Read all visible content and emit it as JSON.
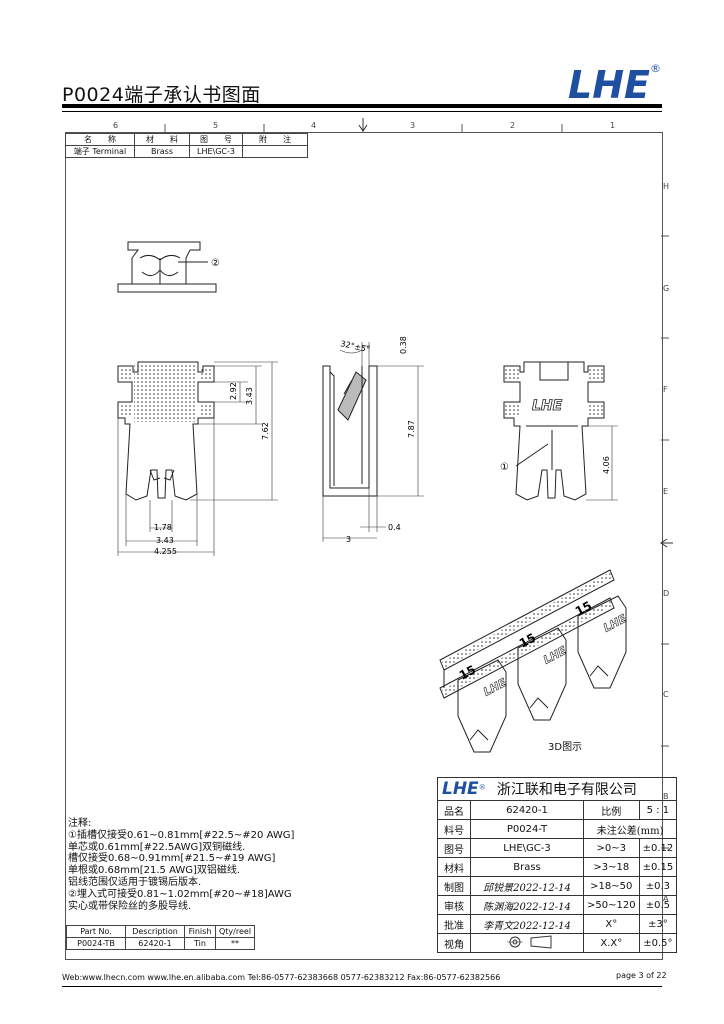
{
  "header": {
    "title": "P0024端子承认书图面",
    "logo_text": "LHE",
    "registered_mark": "®"
  },
  "frame": {
    "column_numbers": [
      "6",
      "5",
      "4",
      "3",
      "2",
      "1"
    ],
    "row_letters": [
      "H",
      "G",
      "F",
      "E",
      "D",
      "C",
      "B",
      "A"
    ]
  },
  "bom": {
    "headers": [
      "名　　称",
      "材　　料",
      "图　　号",
      "附　　注"
    ],
    "row": [
      "端子 Terminal",
      "Brass",
      "LHE\\GC-3",
      ""
    ]
  },
  "drawing": {
    "callout_1": "①",
    "callout_2": "②",
    "dims": {
      "angle": "32°±5°",
      "d038": "0.38",
      "d292": "2.92",
      "d343v": "3.43",
      "d762": "7.62",
      "d787": "7.87",
      "d406": "4.06",
      "d178": "1.78",
      "d343h": "3.43",
      "d4255": "4.255",
      "d04": "0.4",
      "d3": "3"
    },
    "view3d_label": "3D图示",
    "part_marks": [
      "15",
      "15",
      "15"
    ]
  },
  "notes": {
    "lines": [
      "注释:",
      "①插槽仅接受0.61~0.81mm[#22.5~#20 AWG]",
      "   单芯或0.61mm[#22.5AWG]双铜磁线.",
      "   槽仅接受0.68~0.91mm[#21.5~#19 AWG]",
      "   单根或0.68mm[21.5 AWG]双铝磁线.",
      "   铝线范围仅适用于镀锡后版本.",
      "②埋入式可接受0.81~1.02mm[#20~#18]AWG",
      "   实心或带保险丝的多股导线."
    ]
  },
  "part_table": {
    "headers": [
      "Part No.",
      "Description",
      "Finish",
      "Qty/reel"
    ],
    "row": [
      "P0024-TB",
      "62420-1",
      "Tin",
      "**"
    ]
  },
  "title_block": {
    "company": "浙江联和电子有限公司",
    "rows": [
      {
        "label": "品名",
        "value": "62420-1",
        "c3": "比例",
        "c4": "5 : 1"
      },
      {
        "label": "料号",
        "value": "P0024-T",
        "c3": "未注公差(mm)",
        "c4": ""
      },
      {
        "label": "图号",
        "value": "LHE\\GC-3",
        "c3": ">0~3",
        "c4": "±0.12"
      },
      {
        "label": "材料",
        "value": "Brass",
        "c3": ">3~18",
        "c4": "±0.15"
      },
      {
        "label": "制图",
        "value": "邱锐景2022-12-14",
        "c3": ">18~50",
        "c4": "±0.3"
      },
      {
        "label": "审核",
        "value": "陈渊海2022-12-14",
        "c3": ">50~120",
        "c4": "±0.5"
      },
      {
        "label": "批准",
        "value": "李青文2022-12-14",
        "c3": "X°",
        "c4": "±3°"
      },
      {
        "label": "视角",
        "value": "",
        "c3": "X.X°",
        "c4": "±0.5°"
      }
    ]
  },
  "footer": {
    "text": "Web:www.lhecn.com    www.lhe.en.alibaba.com    Tel:86-0577-62383668  0577-62383212  Fax:86-0577-62382566",
    "page": "page 3 of 22"
  },
  "colors": {
    "logo_blue": "#1e4fa0",
    "line": "#333333"
  }
}
